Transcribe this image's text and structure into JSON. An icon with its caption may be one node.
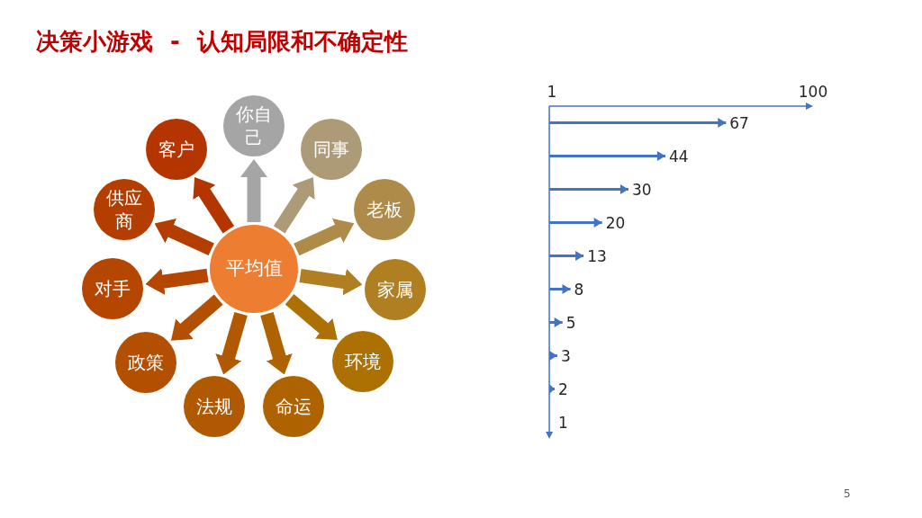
{
  "diagram": {
    "title": "决策小游戏 - 认知局限和不确定性",
    "nodes": [
      {
        "text": [
          "平均值"
        ]
      },
      {
        "text": [
          "你自己"
        ]
      },
      {
        "text": [
          "同事"
        ]
      },
      {
        "text": [
          "老板"
        ]
      },
      {
        "text": [
          "家属"
        ]
      },
      {
        "text": [
          "环境"
        ]
      },
      {
        "text": [
          "命运"
        ]
      },
      {
        "text": [
          "法规"
        ]
      },
      {
        "text": [
          "政策"
        ]
      },
      {
        "text": [
          "对手"
        ]
      },
      {
        "text": [
          "供应商"
        ]
      },
      {
        "text": [
          "客户"
        ]
      }
    ],
    "edges": [
      {
        "from": 0,
        "to": 1,
        "arrow": "to",
        "color": "#a5a5a5"
      },
      {
        "from": 0,
        "to": 2,
        "arrow": "to",
        "color": "#ad9b78"
      },
      {
        "from": 0,
        "to": 3,
        "arrow": "to",
        "color": "#ae8b48"
      },
      {
        "from": 0,
        "to": 4,
        "arrow": "to",
        "color": "#af7f22"
      },
      {
        "from": 0,
        "to": 5,
        "arrow": "to",
        "color": "#ad7103"
      },
      {
        "from": 0,
        "to": 6,
        "arrow": "to",
        "color": "#ae6300"
      },
      {
        "from": 0,
        "to": 7,
        "arrow": "to",
        "color": "#b05900"
      },
      {
        "from": 0,
        "to": 8,
        "arrow": "to",
        "color": "#b24f00"
      },
      {
        "from": 0,
        "to": 9,
        "arrow": "to",
        "color": "#b44600"
      },
      {
        "from": 0,
        "to": 10,
        "arrow": "to",
        "color": "#b43d00"
      },
      {
        "from": 0,
        "to": 11,
        "arrow": "to",
        "color": "#b53500"
      }
    ],
    "labels": [
      "5"
    ],
    "chart_data": {
      "type": "bar",
      "orientation": "horizontal",
      "values": [
        67,
        44,
        30,
        20,
        13,
        8,
        5,
        3,
        2,
        1
      ],
      "xlim": [
        1,
        100
      ],
      "xticks": [
        1,
        100
      ],
      "data_labels": true
    }
  }
}
